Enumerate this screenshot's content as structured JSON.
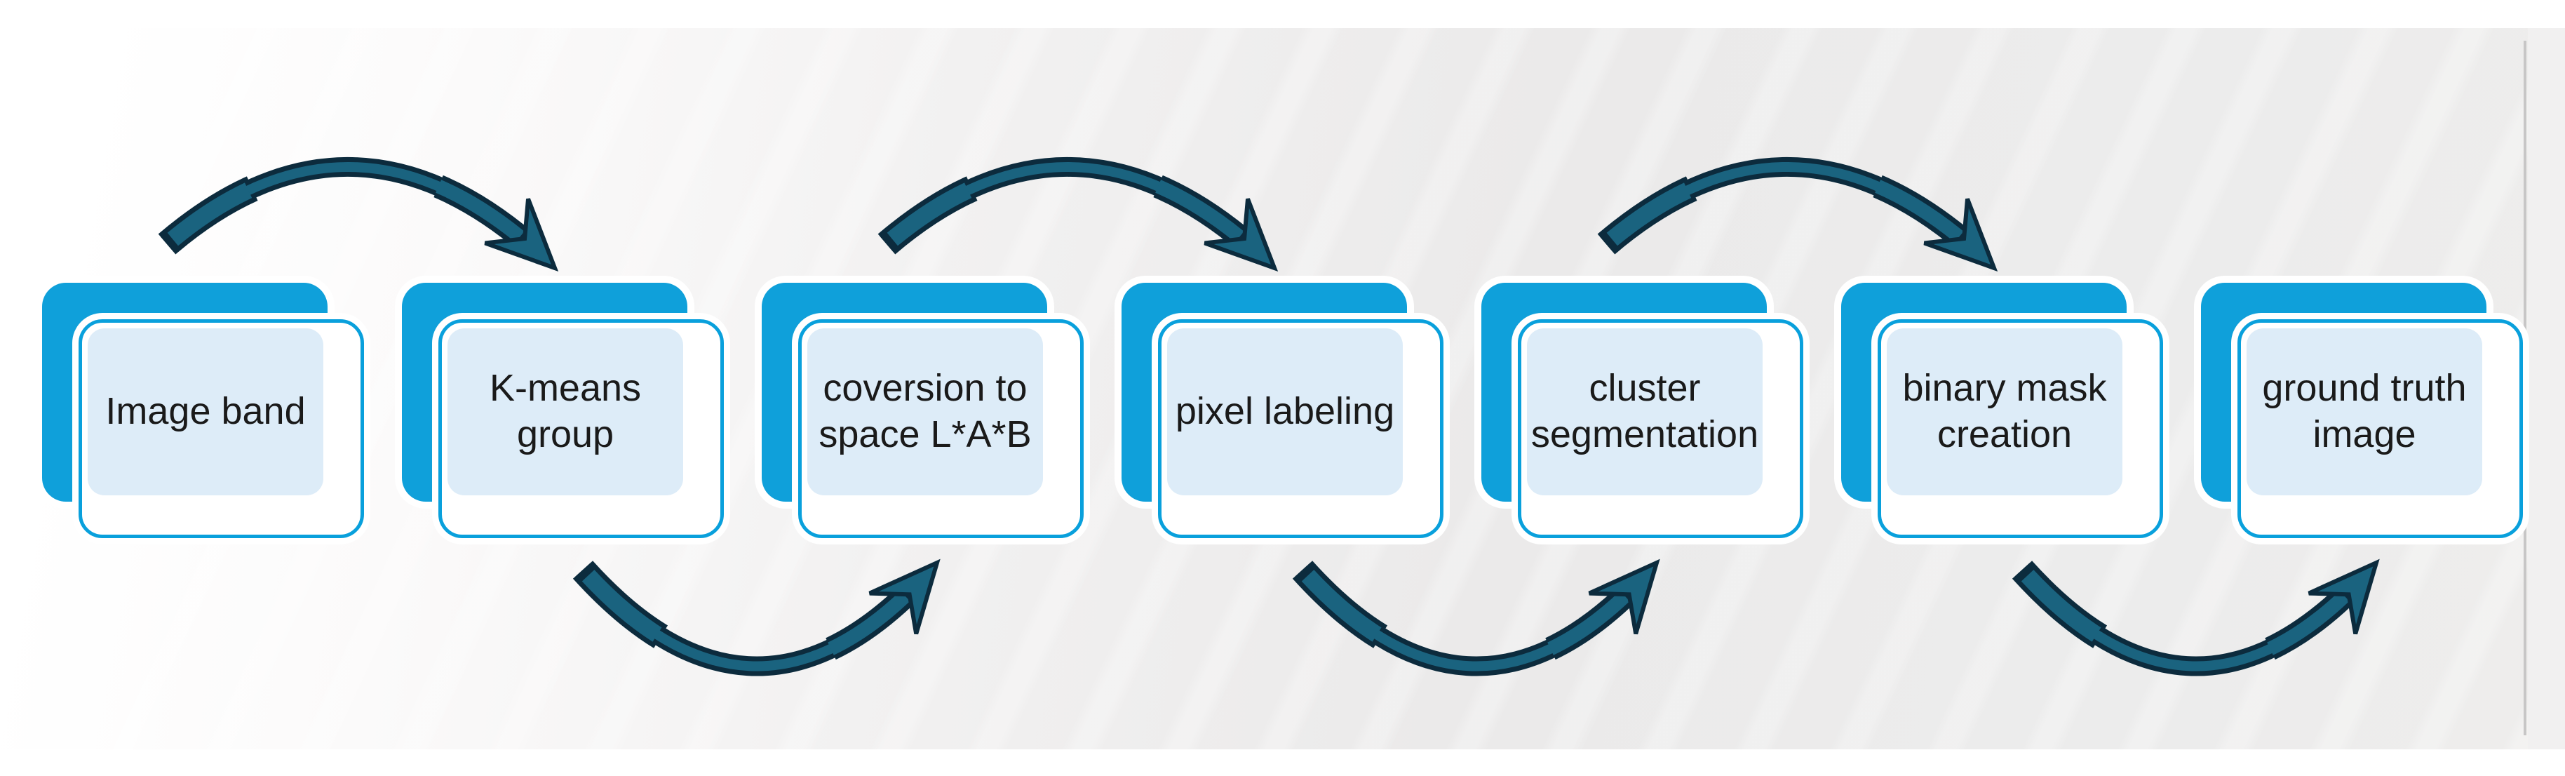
{
  "diagram": {
    "steps": [
      {
        "id": "image-band",
        "lines": [
          "Image band"
        ]
      },
      {
        "id": "k-means-group",
        "lines": [
          "K-means",
          "group"
        ]
      },
      {
        "id": "conversion-lab-space",
        "lines": [
          "coversion to",
          "space L*A*B"
        ]
      },
      {
        "id": "pixel-labeling",
        "lines": [
          "pixel labeling"
        ]
      },
      {
        "id": "cluster-segmentation",
        "lines": [
          "cluster",
          "segmentation"
        ]
      },
      {
        "id": "binary-mask-creation",
        "lines": [
          "binary mask",
          "creation"
        ]
      },
      {
        "id": "ground-truth-image",
        "lines": [
          "ground truth",
          "image"
        ]
      }
    ],
    "connectors": [
      {
        "from": 0,
        "to": 1,
        "position": "top"
      },
      {
        "from": 1,
        "to": 2,
        "position": "bottom"
      },
      {
        "from": 2,
        "to": 3,
        "position": "top"
      },
      {
        "from": 3,
        "to": 4,
        "position": "bottom"
      },
      {
        "from": 4,
        "to": 5,
        "position": "top"
      },
      {
        "from": 5,
        "to": 6,
        "position": "bottom"
      }
    ],
    "colors": {
      "back_panel": "#0fa0da",
      "card_border": "#09a0dc",
      "card_fill": "#ffffff",
      "label_area": "#ddecf8",
      "label_text": "#1a1a1a",
      "arrow_body": "#1a637f",
      "arrow_outline": "#0c2b3d",
      "canvas_gray": "#ebeaea",
      "page_edge_line": "#c7c6c6"
    }
  }
}
